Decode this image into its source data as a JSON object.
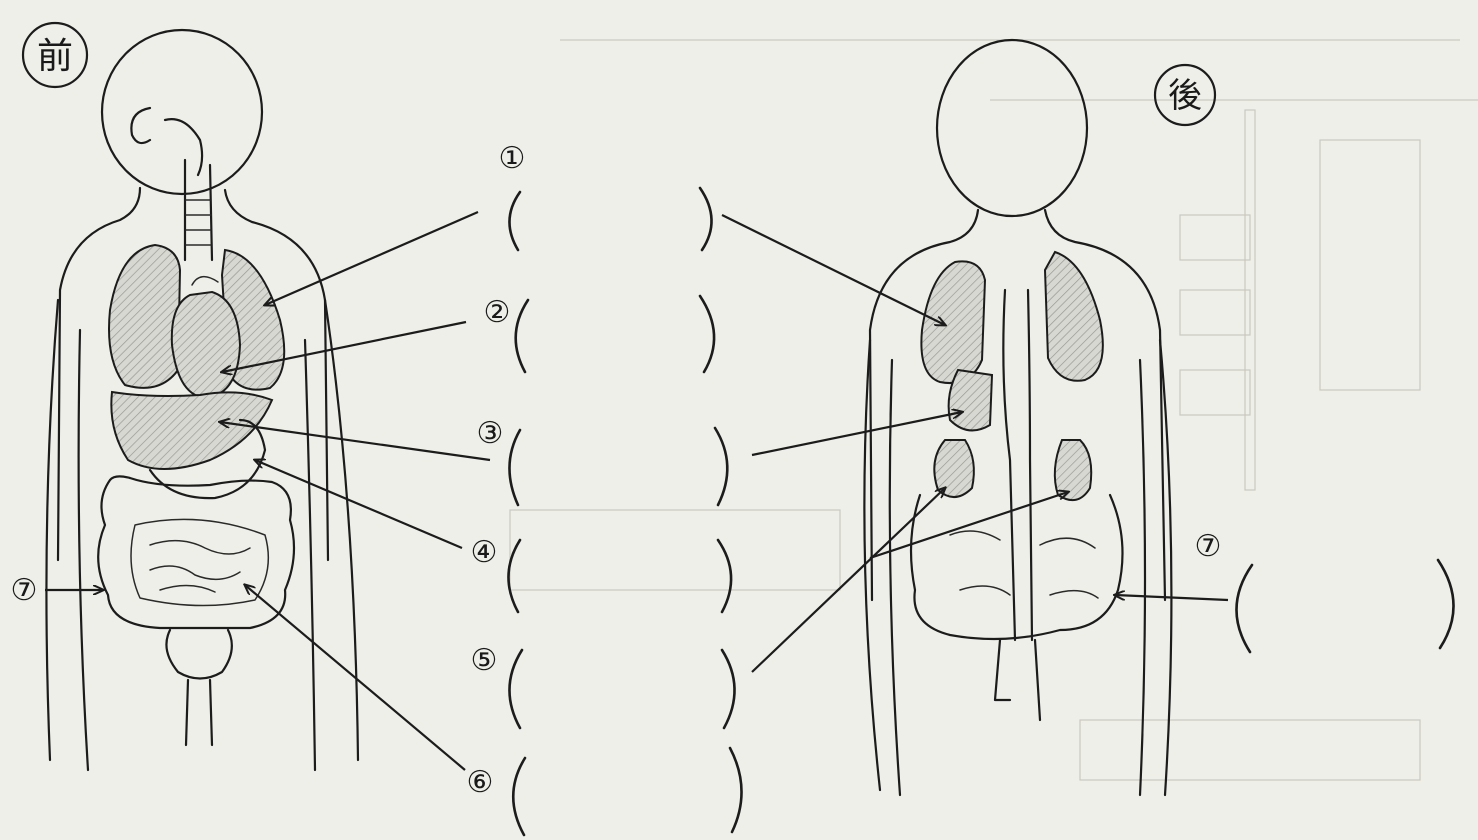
{
  "labels": {
    "front": "前",
    "back": "後"
  },
  "numbers": {
    "n1": "①",
    "n2": "②",
    "n3": "③",
    "n4": "④",
    "n5": "⑤",
    "n6": "⑥",
    "n7_front": "⑦",
    "n7_back": "⑦"
  },
  "answer_blanks": {
    "b1": "",
    "b2": "",
    "b3": "",
    "b4": "",
    "b5": "",
    "b6": "",
    "b7": ""
  }
}
